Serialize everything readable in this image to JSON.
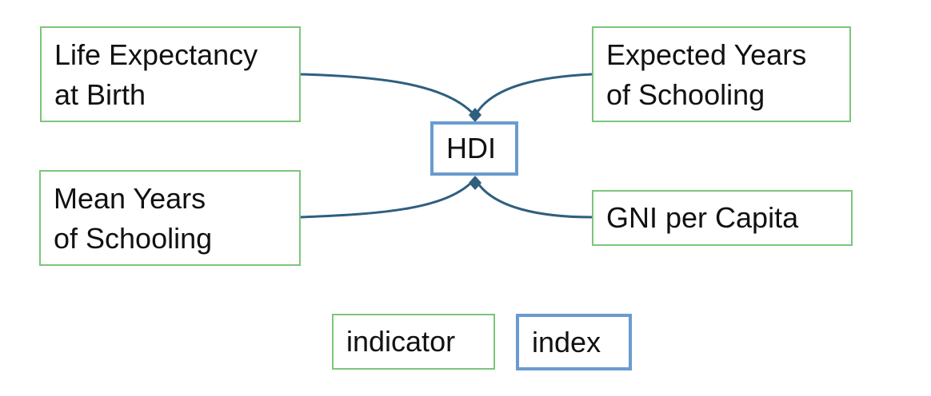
{
  "nodes": {
    "life_expectancy": {
      "lines": [
        "Life Expectancy",
        "at Birth"
      ],
      "kind": "indicator"
    },
    "expected_years": {
      "lines": [
        "Expected Years",
        "of Schooling"
      ],
      "kind": "indicator"
    },
    "hdi": {
      "lines": [
        "HDI"
      ],
      "kind": "index"
    },
    "mean_years": {
      "lines": [
        "Mean Years",
        "of Schooling"
      ],
      "kind": "indicator"
    },
    "gni": {
      "lines": [
        "GNI per Capita"
      ],
      "kind": "indicator"
    }
  },
  "edges": [
    {
      "from": "life_expectancy",
      "to": "hdi"
    },
    {
      "from": "expected_years",
      "to": "hdi"
    },
    {
      "from": "mean_years",
      "to": "hdi"
    },
    {
      "from": "gni",
      "to": "hdi"
    }
  ],
  "legend": {
    "indicator_label": "indicator",
    "index_label": "index"
  },
  "colors": {
    "indicator_border": "#7cc57a",
    "index_border": "#6a9bcf",
    "edge": "#2f5f7f"
  }
}
